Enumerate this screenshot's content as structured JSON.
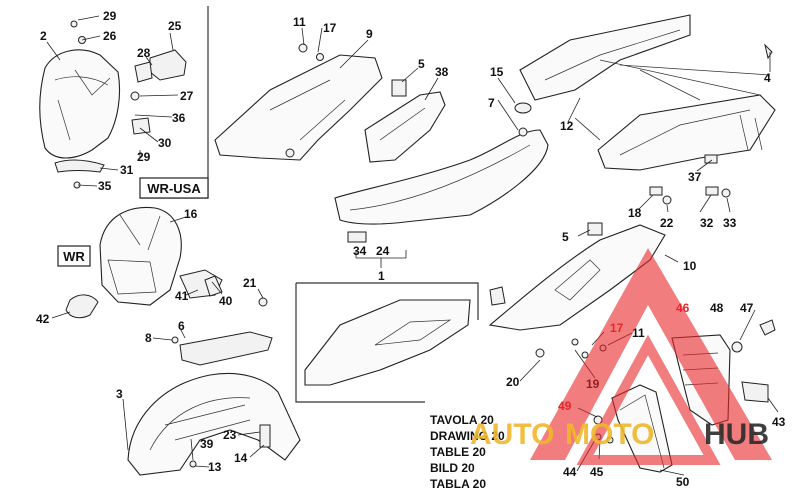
{
  "variant_labels": {
    "wr_usa": "WR-USA",
    "wr": "WR"
  },
  "drawing_titles": [
    "TAVOLA 20",
    "DRAWING 20",
    "TABLE 20",
    "BILD 20",
    "TABLA 20"
  ],
  "callouts": {
    "c29a": "29",
    "c26": "26",
    "c2": "2",
    "c25": "25",
    "c28": "28",
    "c27": "27",
    "c36": "36",
    "c30": "30",
    "c29b": "29",
    "c31": "31",
    "c35": "35",
    "c11a": "11",
    "c17a": "17",
    "c9": "9",
    "c5a": "5",
    "c38": "38",
    "c15": "15",
    "c7": "7",
    "c12": "12",
    "c4": "4",
    "c37": "37",
    "c18": "18",
    "c22": "22",
    "c32": "32",
    "c33": "33",
    "c16": "16",
    "c41": "41",
    "c40": "40",
    "c42": "42",
    "c34": "34",
    "c24": "24",
    "c1": "1",
    "c5b": "5",
    "c10": "10",
    "c21": "21",
    "c6": "6",
    "c8": "8",
    "c3": "3",
    "c39": "39",
    "c13": "13",
    "c23": "23",
    "c14": "14",
    "c46": "46",
    "c17b": "17",
    "c11b": "11",
    "c48": "48",
    "c47": "47",
    "c20": "20",
    "c19": "19",
    "c49": "49",
    "c43": "43",
    "c44": "44",
    "c45": "45",
    "c50": "50"
  },
  "watermark": {
    "word1": "AUTO",
    "word2": "MOTO",
    "word3": "HUB",
    "color_red": "#e8262a",
    "color_yellow": "#f0b72b",
    "color_dark": "#2b2b2b"
  }
}
